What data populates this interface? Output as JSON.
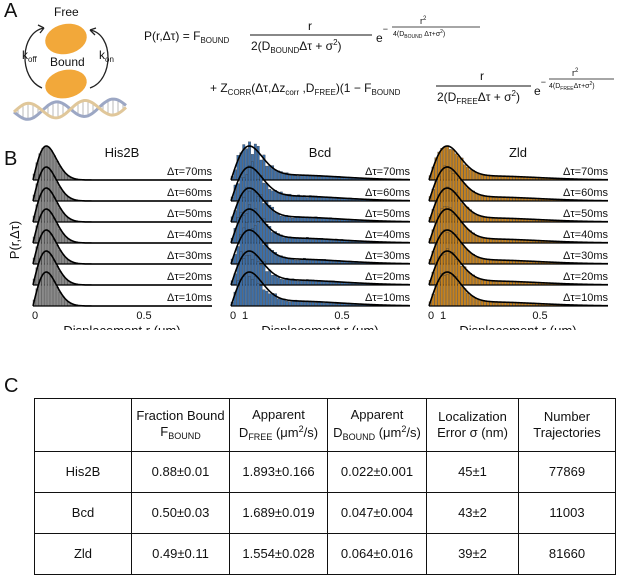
{
  "panel_labels": {
    "a": "A",
    "b": "B",
    "c": "C"
  },
  "panel_a": {
    "state_free": "Free",
    "state_bound": "Bound",
    "k_off": "k",
    "k_off_sub": "off",
    "k_on": "k",
    "k_on_sub": "on",
    "colors": {
      "molecule": "#f2a83a",
      "dna1": "#9ca7c4",
      "dna2": "#e0c79a"
    },
    "equation": {
      "lhs": "P(r,Δτ) = F",
      "f_bound_sub": "BOUND",
      "term1_num": "r",
      "term1_den": "2(D",
      "term1_den_sub": "BOUND",
      "term1_den_tail": "Δτ + σ",
      "exp_prefix": "e",
      "exp_neg": "−",
      "exp1_num": "r",
      "exp1_den": "4(D",
      "exp1_den_sub": "BOUND",
      "exp1_den_tail": " Δτ+σ",
      "sq": "2",
      "close": ")",
      "line2_plus": "+ Z",
      "zcorr_sub": "CORR",
      "zcorr_args": "(Δτ,Δz",
      "zcorr_corr_sub": "corr",
      "zcorr_dfree": " ,D",
      "zcorr_dfree_sub": "FREE",
      "zcorr_tail": ")(1 − F",
      "f_bound_sub2": "BOUND",
      "term2_num": "r",
      "term2_den": "2(D",
      "term2_den_sub": "FREE",
      "term2_den_tail": "Δτ + σ",
      "exp2_num": "r",
      "exp2_den": "4(D",
      "exp2_den_sub": "FREE",
      "exp2_den_tail": "Δτ+σ"
    }
  },
  "chart_data": [
    {
      "type": "bar",
      "title": "His2B",
      "xlabel": "Displacement r (μm)",
      "ylabel": "P(r,Δτ)",
      "xticks": [
        "0",
        "0.5"
      ],
      "color": "#8a8a8a",
      "peak_r": 0.06,
      "tail_weight": 0.0,
      "noise": 0.0,
      "series": [
        {
          "name": "Δτ=70ms"
        },
        {
          "name": "Δτ=60ms"
        },
        {
          "name": "Δτ=50ms"
        },
        {
          "name": "Δτ=40ms"
        },
        {
          "name": "Δτ=30ms"
        },
        {
          "name": "Δτ=20ms"
        },
        {
          "name": "Δτ=10ms"
        }
      ]
    },
    {
      "type": "bar",
      "title": "Bcd",
      "xlabel": "Displacement r (μm)",
      "ylabel": "",
      "xticks": [
        "0",
        "1",
        "0.5"
      ],
      "color": "#3d6fa8",
      "peak_r": 0.08,
      "tail_weight": 0.35,
      "noise": 0.25,
      "series": [
        {
          "name": "Δτ=70ms"
        },
        {
          "name": "Δτ=60ms"
        },
        {
          "name": "Δτ=50ms"
        },
        {
          "name": "Δτ=40ms"
        },
        {
          "name": "Δτ=30ms"
        },
        {
          "name": "Δτ=20ms"
        },
        {
          "name": "Δτ=10ms"
        }
      ]
    },
    {
      "type": "bar",
      "title": "Zld",
      "xlabel": "Displacement r (μm)",
      "ylabel": "",
      "xticks": [
        "0",
        "1",
        "0.5"
      ],
      "color": "#c6821e",
      "peak_r": 0.08,
      "tail_weight": 0.3,
      "noise": 0.1,
      "series": [
        {
          "name": "Δτ=70ms"
        },
        {
          "name": "Δτ=60ms"
        },
        {
          "name": "Δτ=50ms"
        },
        {
          "name": "Δτ=40ms"
        },
        {
          "name": "Δτ=30ms"
        },
        {
          "name": "Δτ=20ms"
        },
        {
          "name": "Δτ=10ms"
        }
      ]
    }
  ],
  "table": {
    "headers": [
      {
        "l1": "",
        "l2": "",
        "l2_sub": "",
        "l2_tail": ""
      },
      {
        "l1": "Fraction Bound",
        "l2": "F",
        "l2_sub": "BOUND",
        "l2_tail": ""
      },
      {
        "l1": "Apparent",
        "l2": "D",
        "l2_sub": "FREE",
        "l2_tail": " (μm",
        "l2_sup": "2",
        "l2_end": "/s)"
      },
      {
        "l1": "Apparent",
        "l2": "D",
        "l2_sub": "BOUND",
        "l2_tail": " (μm",
        "l2_sup": "2",
        "l2_end": "/s)"
      },
      {
        "l1": "Localization",
        "l2": "Error σ (nm)",
        "l2_sub": "",
        "l2_tail": ""
      },
      {
        "l1": "Number",
        "l2": "Trajectories",
        "l2_sub": "",
        "l2_tail": ""
      }
    ],
    "rows": [
      [
        "His2B",
        "0.88±0.01",
        "1.893±0.166",
        "0.022±0.001",
        "45±1",
        "77869"
      ],
      [
        "Bcd",
        "0.50±0.03",
        "1.689±0.019",
        "0.047±0.004",
        "43±2",
        "11003"
      ],
      [
        "Zld",
        "0.49±0.11",
        "1.554±0.028",
        "0.064±0.016",
        "39±2",
        "81660"
      ]
    ]
  }
}
